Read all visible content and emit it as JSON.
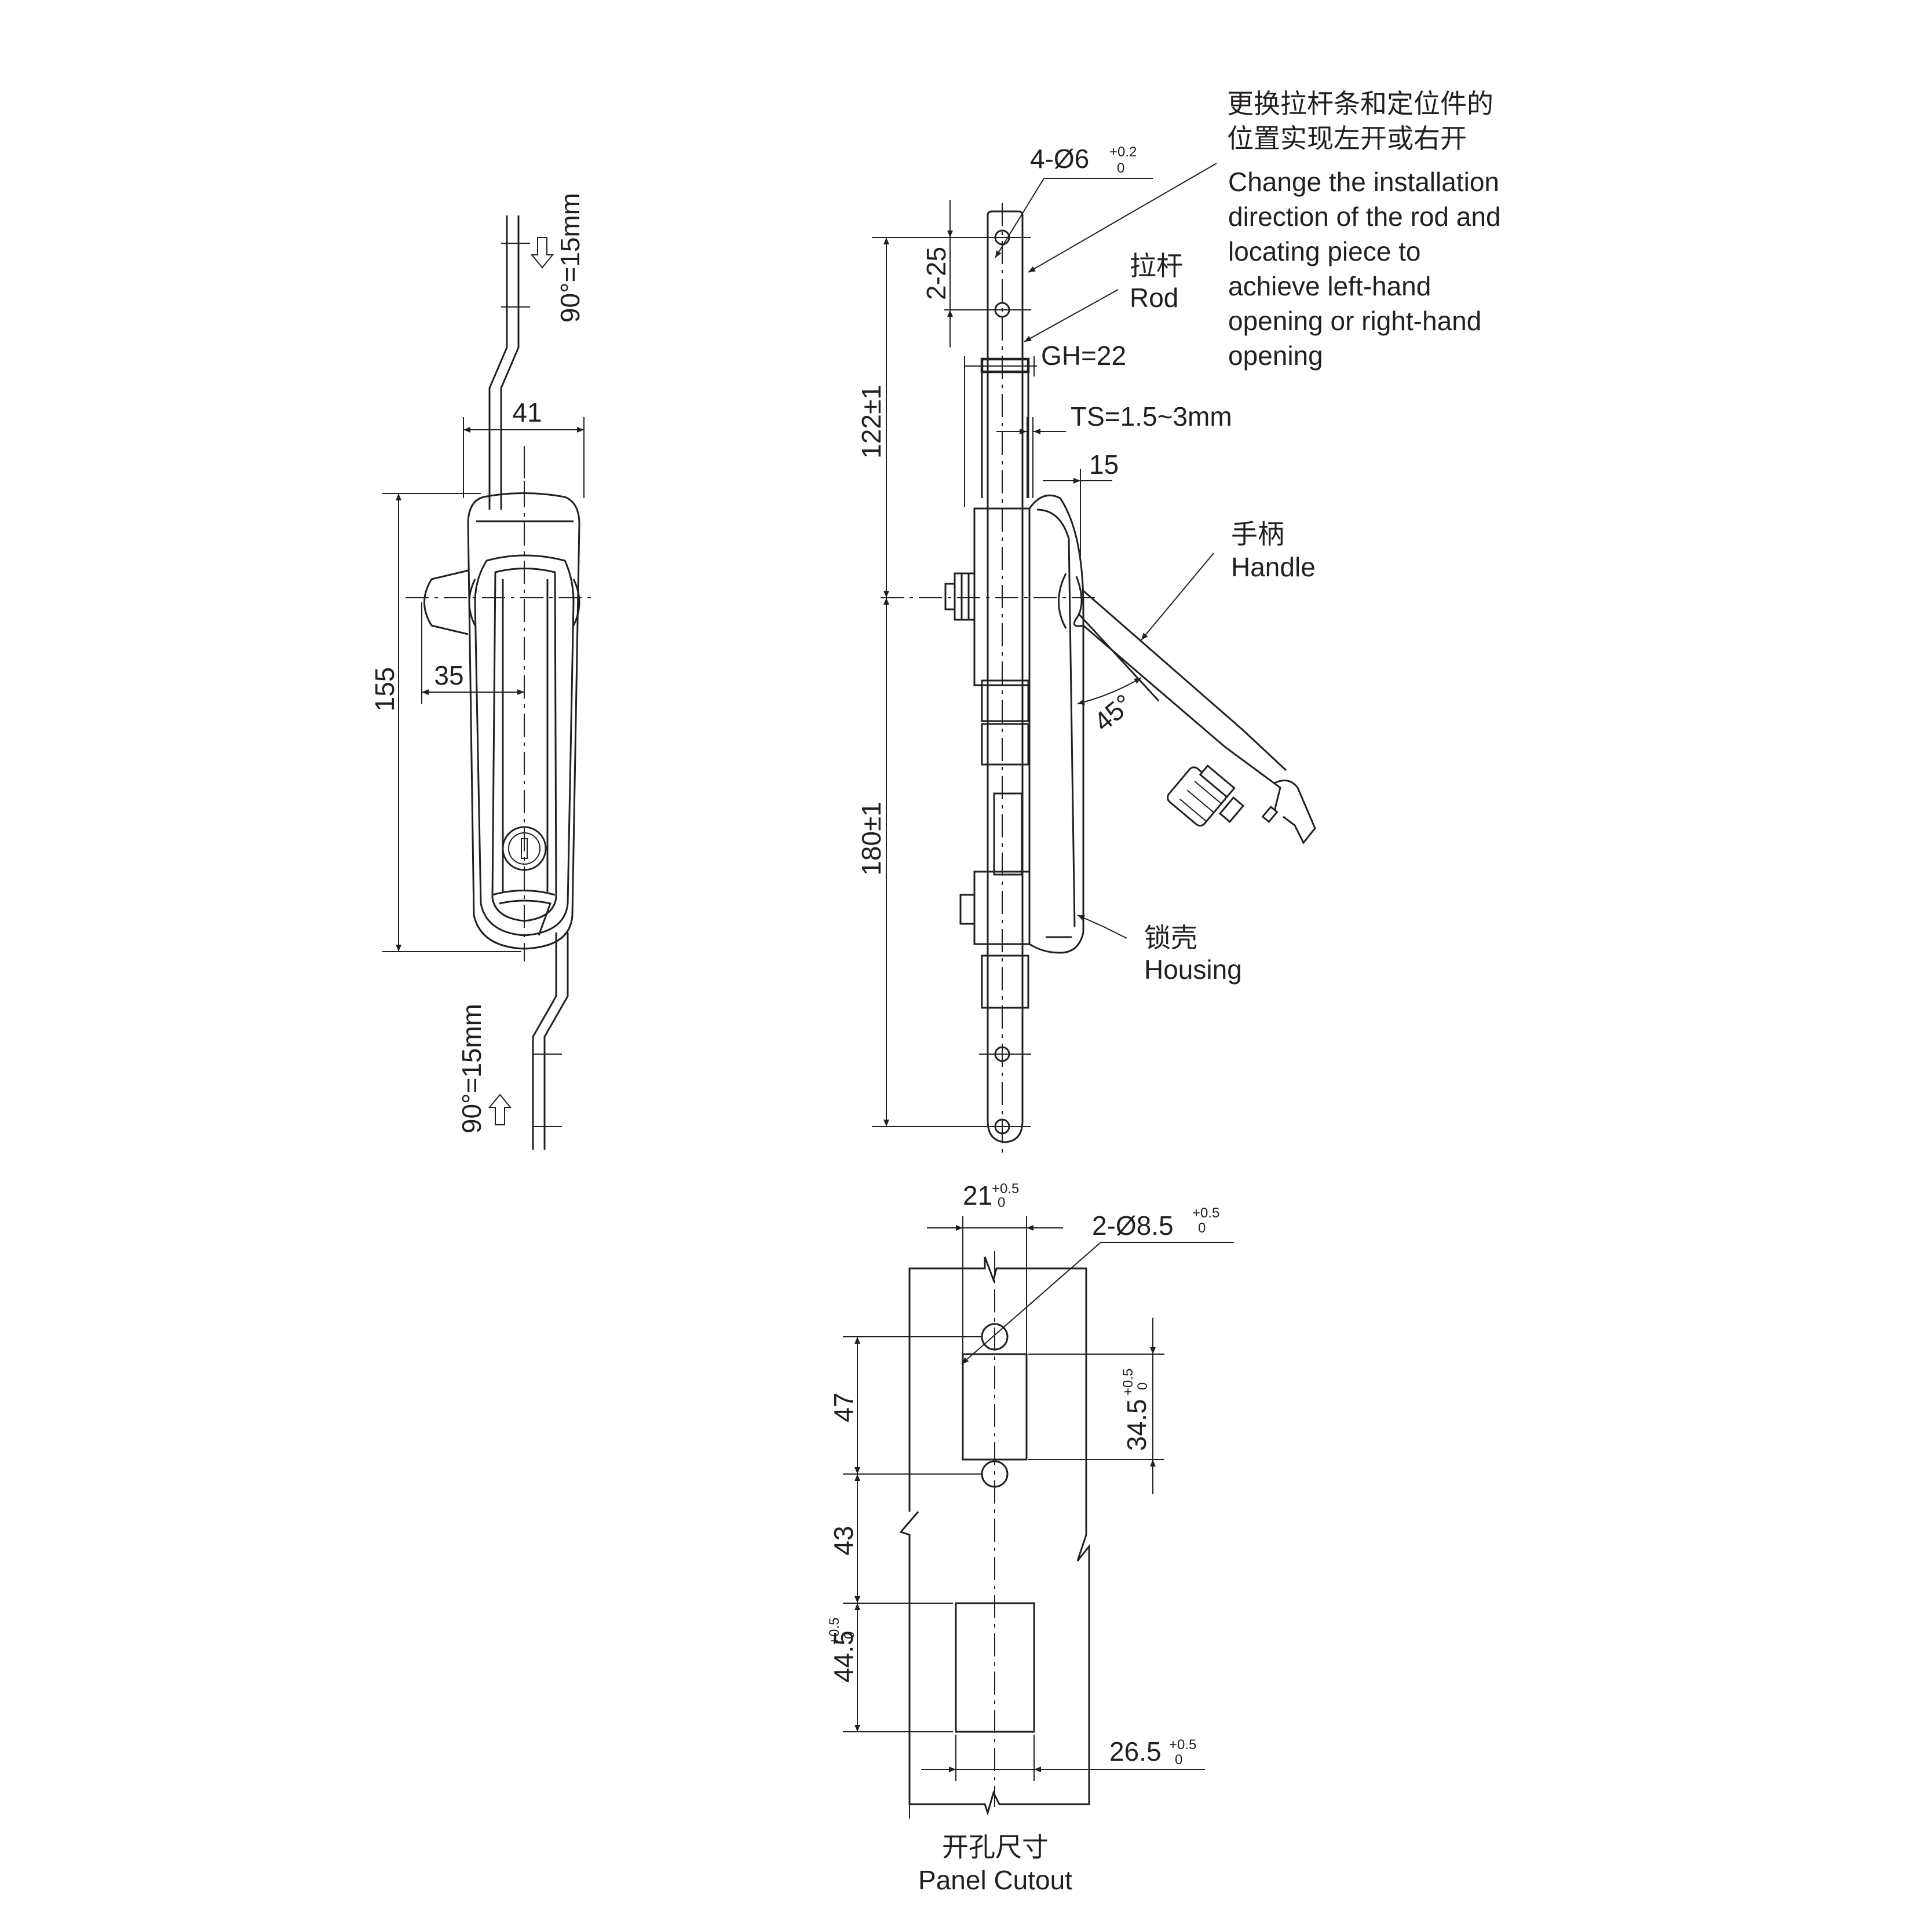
{
  "front_view": {
    "dim_width": "41",
    "dim_height": "155",
    "dim_offset": "35",
    "rod_top_angle": "90°=15mm",
    "rod_bottom_angle": "90°=15mm"
  },
  "side_view": {
    "holes": {
      "prefix": "4-Ø6",
      "tol_upper": "+0.2",
      "tol_lower": "0"
    },
    "dim_hole_pitch": "2-25",
    "dim_upper": "122±1",
    "dim_lower": "180±1",
    "gh": "GH=22",
    "ts": "TS=1.5~3mm",
    "dim_15": "15",
    "angle": "45°",
    "rod_cn": "拉杆",
    "rod_en": "Rod",
    "handle_cn": "手柄",
    "handle_en": "Handle",
    "housing_cn": "锁壳",
    "housing_en": "Housing",
    "note_cn": [
      "更换拉杆条和定位件的",
      "位置实现左开或右开"
    ],
    "note_en": [
      "Change the installation",
      "direction of the rod and",
      "locating piece to",
      "achieve left-hand",
      "opening or right-hand",
      "opening"
    ]
  },
  "cutout": {
    "width_21": {
      "value": "21",
      "tol_upper": "+0.5",
      "tol_lower": "0"
    },
    "holes": {
      "prefix": "2-Ø8.5",
      "tol_upper": "+0.5",
      "tol_lower": "0"
    },
    "dim_47": "47",
    "dim_43": "43",
    "dim_34_5": {
      "value": "34.5",
      "tol_upper": "+0.5",
      "tol_lower": "0"
    },
    "dim_44_5": {
      "value": "44.5",
      "tol_upper": "+0.5",
      "tol_lower": "0"
    },
    "dim_26_5": {
      "value": "26.5",
      "tol_upper": "+0.5",
      "tol_lower": "0"
    },
    "title_cn": "开孔尺寸",
    "title_en": "Panel Cutout"
  }
}
